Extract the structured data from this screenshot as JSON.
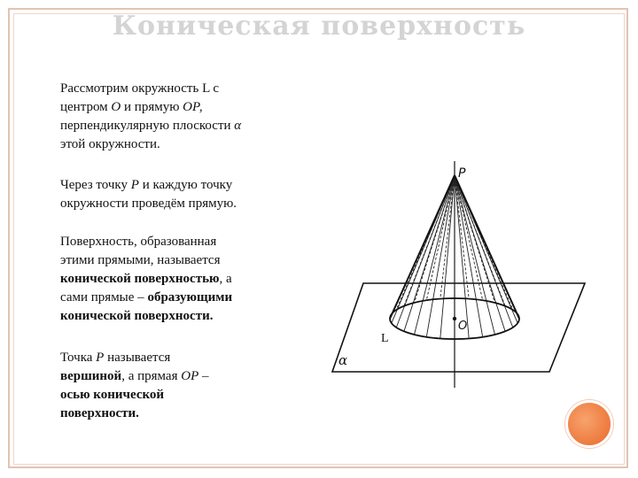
{
  "title": "Коническая поверхность",
  "paragraphs": {
    "p1": [
      "Рассмотрим окружность L с",
      "центром ",
      "О",
      " и прямую ",
      "ОР,",
      "перпендикулярную плоскости ",
      "α",
      "этой окружности."
    ],
    "p2": [
      "Через точку ",
      "Р",
      " и каждую точку",
      "окружности проведём прямую."
    ],
    "p3": [
      "Поверхность, образованная",
      "этими прямыми, называется",
      "конической поверхностью",
      ", а",
      "сами прямые – ",
      "образующими",
      "конической поверхности."
    ],
    "p4": [
      "Точка ",
      "Р",
      " называется",
      "вершиной",
      ", а прямая ",
      "ОР",
      " –",
      "осью конической",
      "поверхности."
    ]
  },
  "figure": {
    "label_p": "P",
    "label_o": "O",
    "label_l": "L",
    "label_alpha": "α"
  },
  "colors": {
    "accent": "#ee7a3e",
    "frame": "#e3c3b3",
    "title": "#d4d4d4"
  }
}
